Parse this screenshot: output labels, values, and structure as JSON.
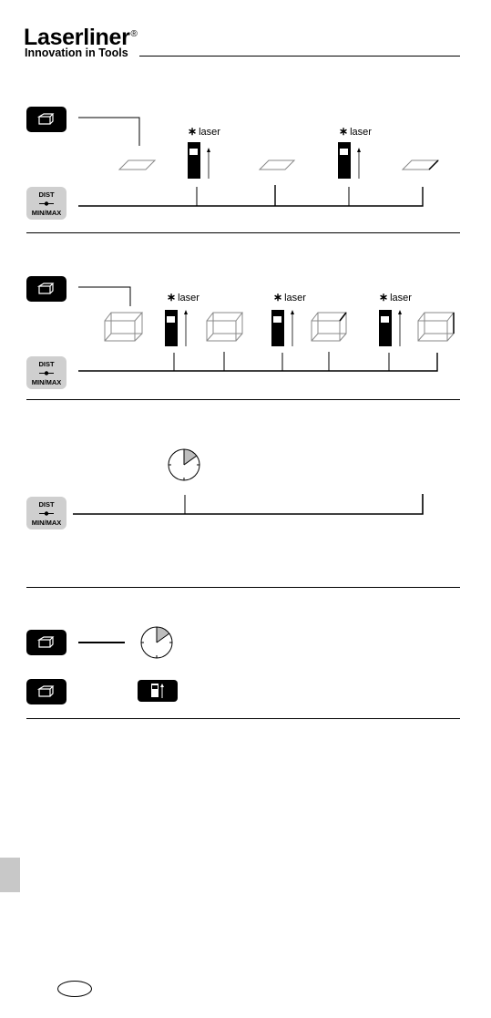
{
  "header": {
    "brand": "Laserliner",
    "registered": "®",
    "tagline": "Innovation in Tools"
  },
  "buttons": {
    "dist_line1": "DIST",
    "dist_line2": "MIN/MAX"
  },
  "laser_label": "laser",
  "laser_star": "∗",
  "colors": {
    "ink": "#000000",
    "button_grey": "#cfcfcf",
    "tab_grey": "#c8c8c8",
    "clock_fill": "#bdbdbd"
  }
}
